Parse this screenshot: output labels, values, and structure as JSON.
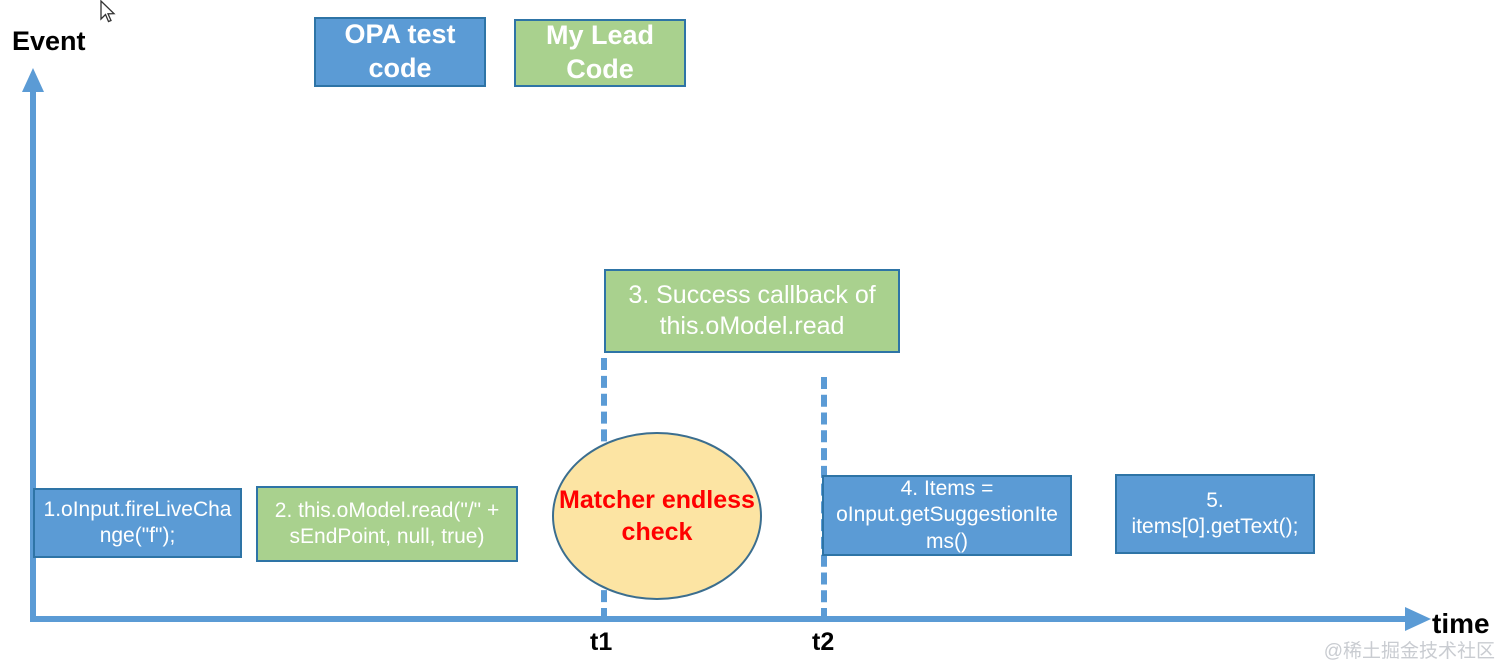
{
  "diagram": {
    "title_y_axis": "Event",
    "title_x_axis": "time",
    "watermark": "@稀土掘金技术社区",
    "cursor_icon": "mouse-pointer-icon"
  },
  "colors": {
    "blue_fill": "#5B9BD5",
    "green_fill": "#A9D18E",
    "box_border": "#2E74A6",
    "ellipse_fill": "#FCE4A3",
    "ellipse_border": "#3B6E8F",
    "ellipse_text": "#FF0000",
    "axis": "#5B9BD5",
    "axis_text": "#000000",
    "node_text": "#FFFFFF",
    "watermark_text": "#C9CCD1"
  },
  "legend": {
    "items": [
      {
        "label": "OPA test code",
        "type": "blue"
      },
      {
        "label": "My Lead Code",
        "type": "green"
      }
    ]
  },
  "ticks": [
    {
      "label": "t1"
    },
    {
      "label": "t2"
    }
  ],
  "nodes": [
    {
      "label": "1.oInput.fireLiveChange(\"f\");",
      "type": "blue"
    },
    {
      "label": "2. this.oModel.read(\"/\" + sEndPoint, null, true)",
      "type": "green"
    },
    {
      "label": "3. Success callback of this.oModel.read",
      "type": "green"
    },
    {
      "label": "4. Items = oInput.getSuggestionItems()",
      "type": "blue"
    },
    {
      "label": "5. items[0].getText();",
      "type": "blue"
    }
  ],
  "ellipse": {
    "label": "Matcher endless check"
  },
  "chart_data": {
    "type": "timeline",
    "title": "Event vs time sequence diagram",
    "xlabel": "time",
    "ylabel": "Event",
    "x_ticks": [
      "t1",
      "t2"
    ],
    "events": [
      {
        "order": 1,
        "label": "1.oInput.fireLiveChange(\"f\");",
        "owner": "OPA test code",
        "time": "before t1",
        "level": "low"
      },
      {
        "order": 2,
        "label": "2. this.oModel.read(\"/\" + sEndPoint, null, true)",
        "owner": "My Lead Code",
        "time": "before t1",
        "level": "low"
      },
      {
        "order": 3,
        "label": "3. Success callback of this.oModel.read",
        "owner": "My Lead Code",
        "time": "t1 to t2",
        "level": "high"
      },
      {
        "order": 4,
        "label": "4. Items = oInput.getSuggestionItems()",
        "owner": "OPA test code",
        "time": "at t2",
        "level": "low"
      },
      {
        "order": 5,
        "label": "5. items[0].getText();",
        "owner": "OPA test code",
        "time": "after t2",
        "level": "low"
      }
    ],
    "annotations": [
      {
        "label": "Matcher endless check",
        "span": [
          "t1",
          "t2"
        ],
        "shape": "ellipse"
      }
    ]
  }
}
